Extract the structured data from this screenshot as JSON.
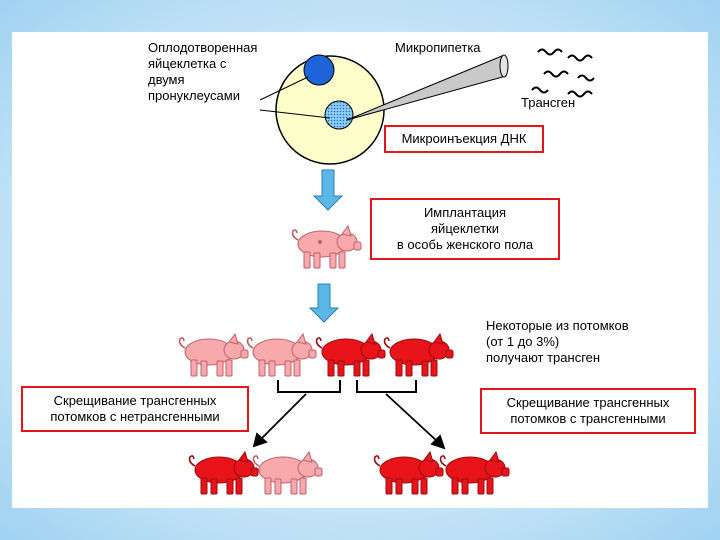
{
  "colors": {
    "frame_bg": "#bfe1f6",
    "box_border": "#e8141a",
    "pig_transgenic": "#e8141a",
    "pig_normal": "#f7a9ac",
    "egg_fill": "#ffffcc",
    "nucleus_blue": "#1f63d8",
    "nucleus_dotted": "#5fb3e8",
    "arrow_fill": "#5bb8e6"
  },
  "labels": {
    "egg": "Оплодотворенная\nяйцеклетка с\nдвумя\nпронуклеусами",
    "pipette": "Микропипетка",
    "transgene": "Трансген",
    "offspring": "Некоторые из потомков\n(от 1 до 3%)\nполучают трансген"
  },
  "boxes": {
    "microinjection": "Микроинъекция ДНК",
    "implantation": "Имплантация\nяйцеклетки\nв особь женского пола",
    "cross_nontransgenic": "Скрещивание трансгенных\nпотомков с нетрансгенными",
    "cross_transgenic": "Скрещивание трансгенных\nпотомков с трансгенными"
  },
  "icons": [
    "egg-cell-icon",
    "micropipette-icon",
    "dna-strand-icon",
    "down-arrow-icon",
    "pig-icon",
    "bracket-connector",
    "diagonal-arrow"
  ]
}
